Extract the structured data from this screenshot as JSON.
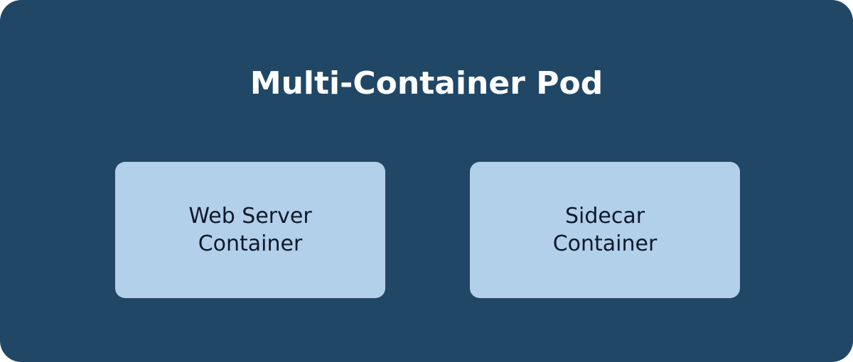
{
  "pod": {
    "title": "Multi-Container Pod"
  },
  "containers": [
    {
      "line1": "Web Server",
      "line2": "Container"
    },
    {
      "line1": "Sidecar",
      "line2": "Container"
    }
  ],
  "colors": {
    "pod": "#204766",
    "container": "#b3d0ea",
    "title": "#ffffff",
    "container_text": "#0d1a2b"
  }
}
